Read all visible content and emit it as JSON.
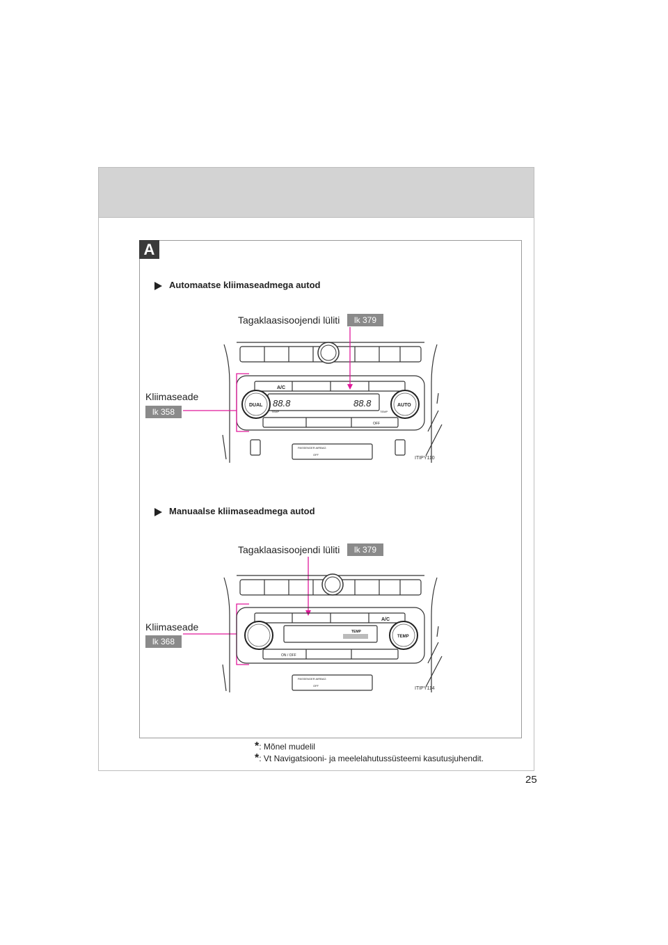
{
  "section_badge": "A",
  "section_auto": {
    "heading": "Automaatse kliimaseadmega autod",
    "rear_defogger_label": "Tagaklaasisoojendi lüliti",
    "rear_defogger_ref": "lk 379",
    "climate_label": "Kliimaseade",
    "climate_ref": "lk 358",
    "figure_id": "ITIPY110",
    "panel": {
      "ac": "A/C",
      "dual": "DUAL",
      "auto": "AUTO",
      "temp": "TEMP",
      "display_left": "88.8",
      "display_right": "88.8",
      "fan_off": "OFF",
      "airbag_title": "PASSENGER AIRBAG",
      "airbag_off": "OFF"
    }
  },
  "section_manual": {
    "heading": "Manuaalse kliimaseadmega autod",
    "rear_defogger_label": "Tagaklaasisoojendi lüliti",
    "rear_defogger_ref": "lk 379",
    "climate_label": "Kliimaseade",
    "climate_ref": "lk 368",
    "figure_id": "ITIPY114",
    "panel": {
      "ac": "A/C",
      "temp": "TEMP",
      "onoff": "ON / OFF",
      "airbag_title": "PASSENGER AIRBAG",
      "airbag_off": "OFF"
    }
  },
  "footnotes": [
    {
      "symbol": "*",
      "text": ": Mõnel mudelil"
    },
    {
      "symbol": "*",
      "text": ": Vt Navigatsiooni- ja meelelahutussüsteemi kasutusjuhendit."
    }
  ],
  "page_number": "25",
  "colors": {
    "leader": "#e0189a",
    "ref_bg": "#8a8a8a",
    "band": "#d3d3d3"
  }
}
